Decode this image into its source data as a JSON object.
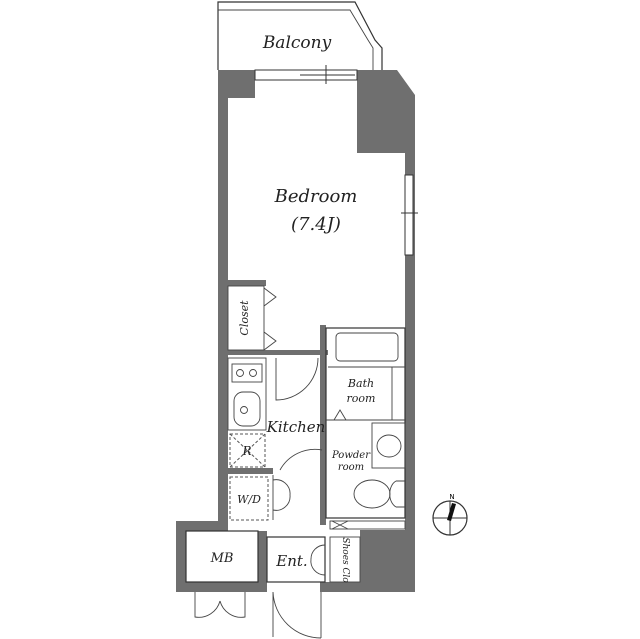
{
  "floor_plan": {
    "rooms": {
      "balcony": "Balcony",
      "bedroom": "Bedroom",
      "bedroom_size": "(7.4J)",
      "closet": "Closet",
      "bath": "Bath",
      "bath_line2": "room",
      "kitchen": "Kitchen",
      "refrigerator": "R",
      "washer_dryer": "W/D",
      "powder": "Powder",
      "powder_line2": "room",
      "meter_box": "MB",
      "entrance": "Ent.",
      "shoes_closet": "Shoes Clo"
    },
    "compass": {
      "label": "N"
    },
    "colors": {
      "wall": "#6f6f6f",
      "line": "#333333"
    }
  }
}
